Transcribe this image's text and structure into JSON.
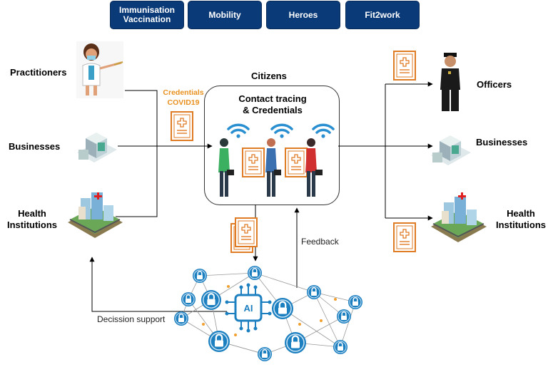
{
  "tabs": [
    {
      "label": "Immunisation\nVaccination"
    },
    {
      "label": "Mobility"
    },
    {
      "label": "Heroes"
    },
    {
      "label": "Fit2work"
    }
  ],
  "left": {
    "practitioners": "Practitioners",
    "businesses": "Businesses",
    "health_institutions": "Health\nInstitutions"
  },
  "right": {
    "officers": "Officers",
    "businesses": "Businesses",
    "health_institutions": "Health\nInstitutions"
  },
  "center": {
    "citizens_title": "Citizens",
    "box_title": "Contact tracing\n& Credentials",
    "credentials_label": "Credentials\nCOVID19"
  },
  "flows": {
    "feedback": "Feedback",
    "decision_support": "Decission support",
    "ai_label": "AI"
  },
  "colors": {
    "tab_bg": "#0b3a78",
    "credential_orange": "#e07b26",
    "network_blue": "#1c7fc0",
    "node_orange": "#f0a030"
  }
}
